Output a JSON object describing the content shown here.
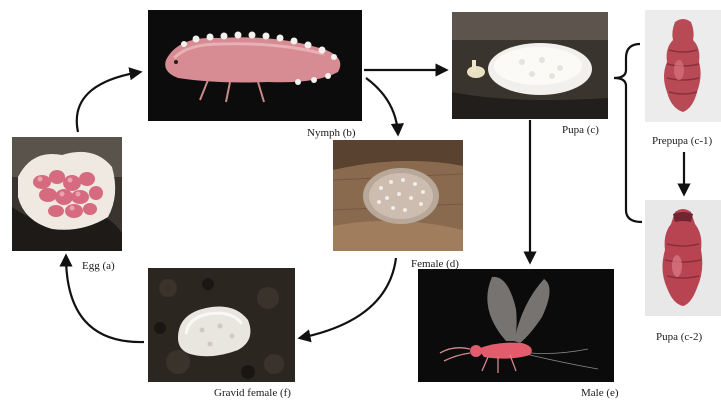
{
  "stages": {
    "egg": "Egg (a)",
    "nymph": "Nymph (b)",
    "pupa": "Pupa (c)",
    "prepupa": "Prepupa (c-1)",
    "pupa2": "Pupa (c-2)",
    "female": "Female (d)",
    "male": "Male (e)",
    "gravid": "Gravid female (f)"
  },
  "colors": {
    "arrow": "#111111",
    "dark_bg": "#121212",
    "pink": "#d98a96",
    "waxy": "#ece9e4"
  }
}
